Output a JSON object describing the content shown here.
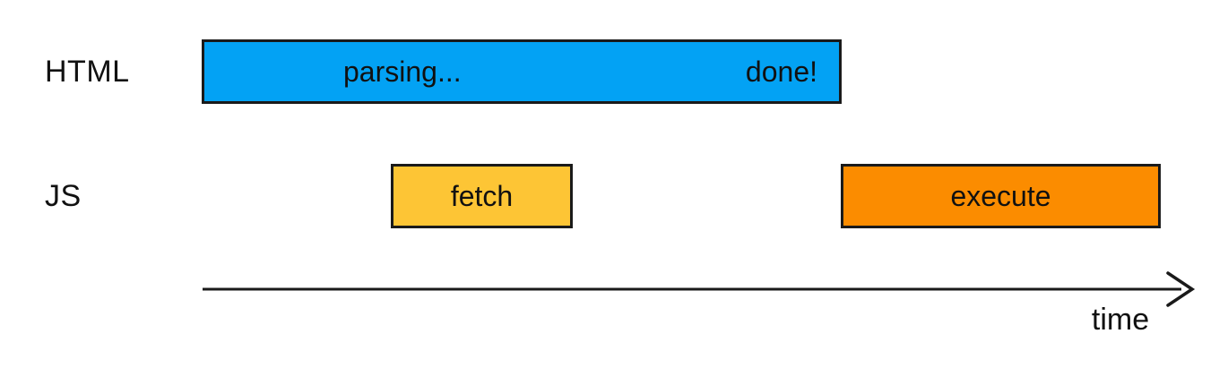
{
  "diagram": {
    "rows": {
      "html": {
        "label": "HTML"
      },
      "js": {
        "label": "JS"
      }
    },
    "bars": {
      "parsing": {
        "label": "parsing...",
        "done_label": "done!",
        "color": "#03a2f4"
      },
      "fetch": {
        "label": "fetch",
        "color": "#fdc535"
      },
      "execute": {
        "label": "execute",
        "color": "#fb8c00"
      }
    },
    "axis": {
      "label": "time"
    },
    "colors": {
      "outline": "#1a1a1a",
      "text": "#111111",
      "background": "#ffffff"
    }
  }
}
